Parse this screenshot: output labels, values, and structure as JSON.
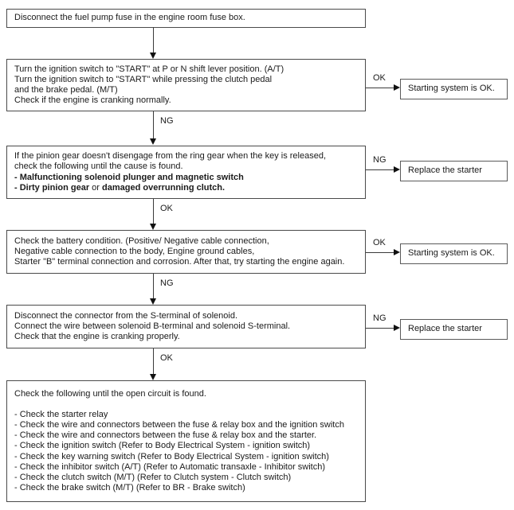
{
  "steps": {
    "step1": {
      "lines": [
        "Disconnect the fuel pump fuse in the engine room fuse box."
      ]
    },
    "step2": {
      "lines": [
        "Turn the ignition switch to \"START\" at P or N shift lever position. (A/T)",
        "Turn the ignition switch to \"START\" while pressing the clutch pedal",
        "and the brake pedal. (M/T)",
        "Check if the engine is cranking normally."
      ]
    },
    "step3": {
      "lines": [
        "If the pinion gear doesn't disengage from the ring gear when the key is released,",
        "check the following until the cause is found."
      ],
      "bold_line": "- Malfunctioning solenoid plunger and magnetic switch",
      "mixed": {
        "bold1": "- Dirty pinion gear",
        "normal": " or ",
        "bold2": "damaged overrunning clutch."
      }
    },
    "step4": {
      "lines": [
        "Check the battery condition. (Positive/ Negative cable connection,",
        "Negative cable connection to the body, Engine ground cables,",
        "Starter \"B\" terminal connection and corrosion. After that, try starting the engine again."
      ]
    },
    "step5": {
      "lines": [
        "Disconnect the connector from the S-terminal of solenoid.",
        "Connect the wire between solenoid B-terminal and solenoid S-terminal.",
        "Check that the engine is cranking properly."
      ]
    },
    "step6": {
      "intro": "Check the following until the open circuit is found.",
      "bullets": [
        "- Check the starter relay",
        "- Check the wire and connectors between the fuse & relay box and the ignition switch",
        "- Check the wire and connectors between the fuse & relay box and the starter.",
        "- Check the ignition switch (Refer to Body Electrical System - ignition switch)",
        "- Check the key warning switch (Refer to Body Electrical System - ignition switch)",
        "- Check the inhibitor switch (A/T) (Refer to Automatic transaxle - Inhibitor switch)",
        "- Check the clutch switch (M/T) (Refer to Clutch system - Clutch switch)",
        "- Check the brake switch (M/T) (Refer to BR - Brake switch)"
      ]
    }
  },
  "connectors": {
    "down2": "NG",
    "down3": "OK",
    "down4": "NG",
    "down5": "OK",
    "side1": "OK",
    "side2": "NG",
    "side3": "OK",
    "side4": "NG"
  },
  "results": {
    "result1": "Starting system is OK.",
    "result2": "Replace the starter",
    "result3": "Starting system is OK.",
    "result4": "Replace the starter"
  },
  "colors": {
    "box_border": "#4a4a4a",
    "side_border": "#5a5a5a",
    "line": "#3a3a3a",
    "text": "#1a1a1a",
    "background": "#ffffff"
  }
}
